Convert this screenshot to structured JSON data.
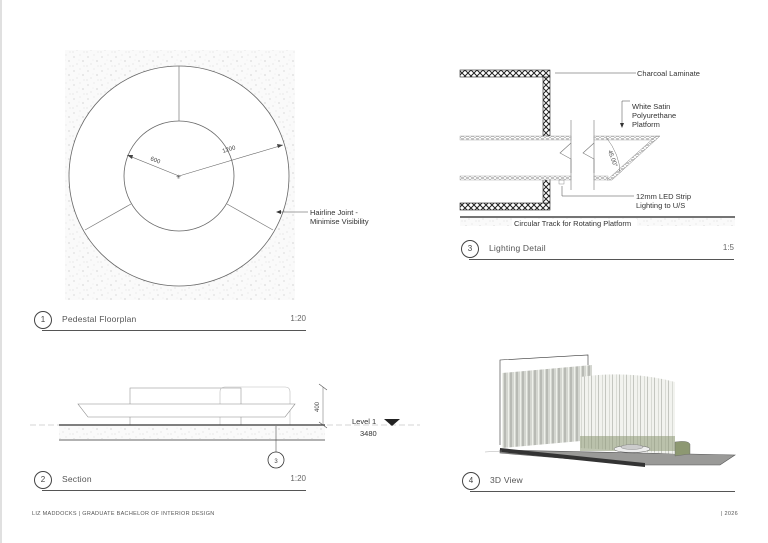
{
  "sheet": {
    "footer_left": "LIZ MADDOCKS | GRADUATE BACHELOR OF INTERIOR DESIGN",
    "footer_right": "| 2026"
  },
  "views": [
    {
      "number": "1",
      "title": "Pedestal Floorplan",
      "scale": "1:20",
      "dimensions": {
        "inner_radius": "600",
        "outer_radius": "1200"
      },
      "annotations": {
        "joint": "Hairline Joint -",
        "joint_line2": "Minimise Visibility"
      }
    },
    {
      "number": "2",
      "title": "Section",
      "scale": "1:20",
      "dimensions": {
        "height": "400"
      },
      "level": {
        "name": "Level 1",
        "elevation": "3480"
      },
      "callout": "3"
    },
    {
      "number": "3",
      "title": "Lighting Detail",
      "scale": "1:5",
      "angle": "45.00°",
      "annotations": {
        "charcoal": "Charcoal Laminate",
        "platform_1": "White Satin",
        "platform_2": "Polyurethane",
        "platform_3": "Platform",
        "led_1": "12mm LED Strip",
        "led_2": "Lighting to U/S",
        "track": "Circular Track for Rotating Platform"
      }
    },
    {
      "number": "4",
      "title": "3D View",
      "scale": "",
      "colors": {
        "fins": "#c8cac4",
        "plinth": "#8d9872",
        "floor": "#9a9a98"
      }
    }
  ]
}
